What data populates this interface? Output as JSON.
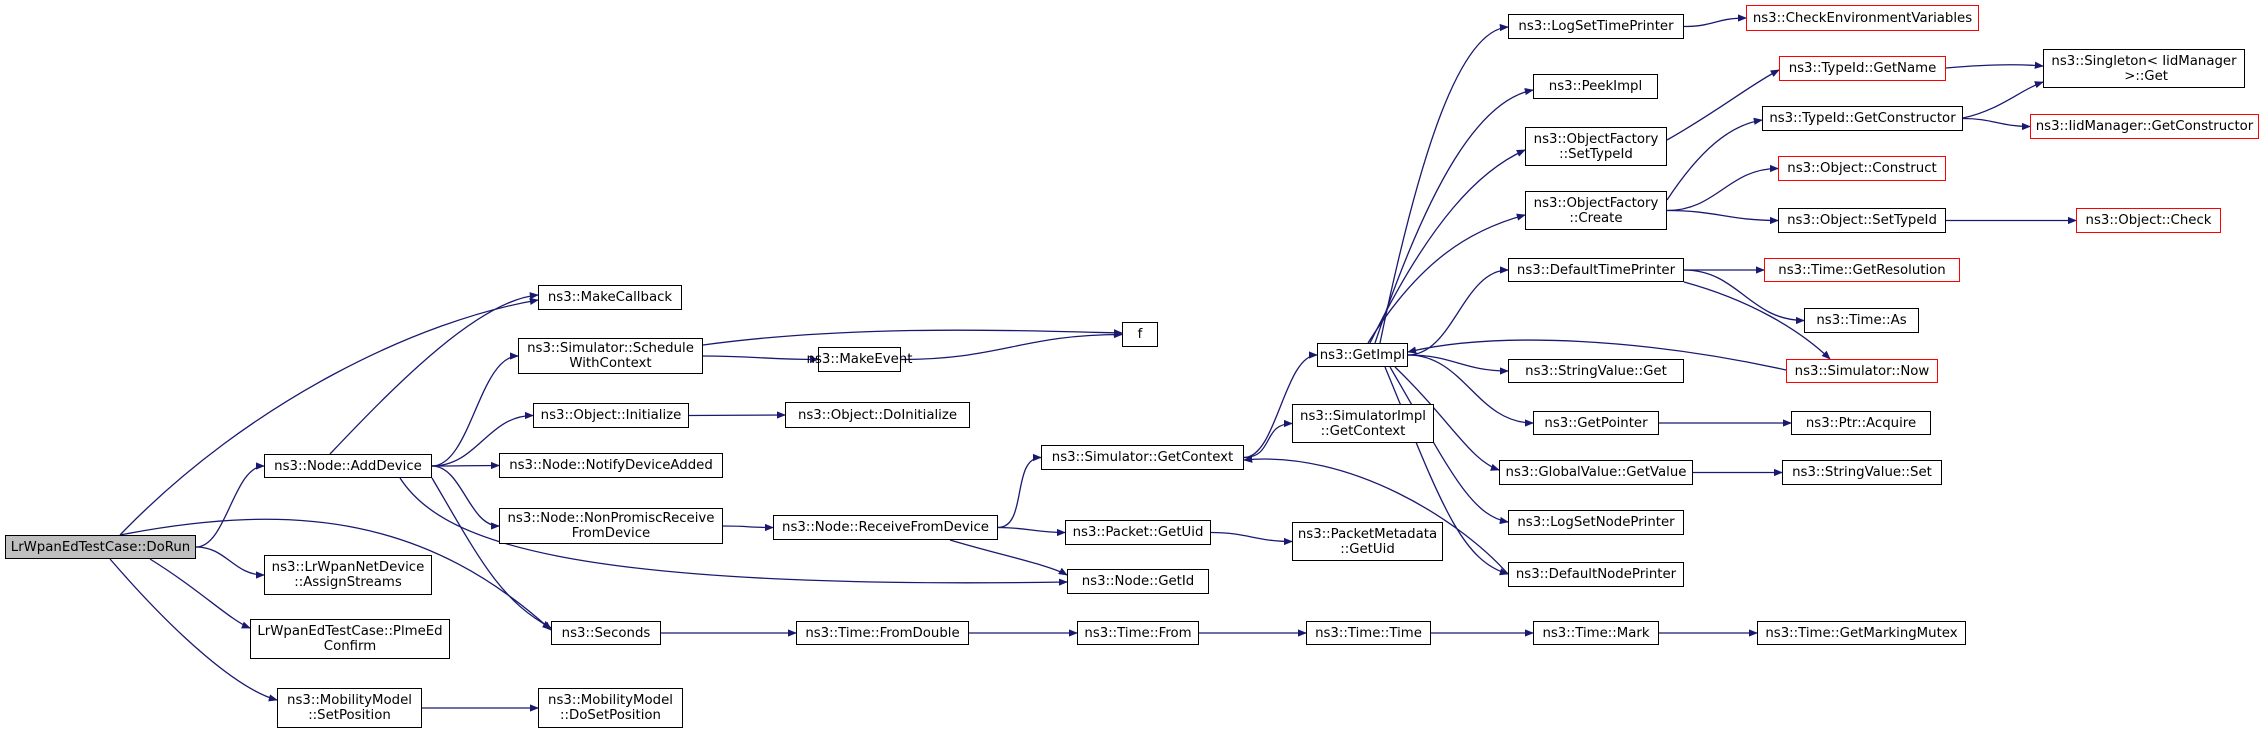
{
  "graph": {
    "nodes": [
      {
        "id": "n1",
        "label": "LrWpanEdTestCase::DoRun",
        "kind": "root"
      },
      {
        "id": "n2",
        "label": "ns3::Node::AddDevice",
        "kind": "normal"
      },
      {
        "id": "n3",
        "label": "ns3::LrWpanNetDevice\n::AssignStreams",
        "kind": "normal"
      },
      {
        "id": "n4",
        "label": "LrWpanEdTestCase::PlmeEd\nConfirm",
        "kind": "normal"
      },
      {
        "id": "n5",
        "label": "ns3::MobilityModel\n::SetPosition",
        "kind": "normal"
      },
      {
        "id": "n6",
        "label": "ns3::MakeCallback",
        "kind": "normal"
      },
      {
        "id": "n7",
        "label": "ns3::Simulator::Schedule\nWithContext",
        "kind": "normal"
      },
      {
        "id": "n8",
        "label": "ns3::Object::Initialize",
        "kind": "normal"
      },
      {
        "id": "n9",
        "label": "ns3::Node::NotifyDeviceAdded",
        "kind": "normal"
      },
      {
        "id": "n10",
        "label": "ns3::Node::NonPromiscReceive\nFromDevice",
        "kind": "normal"
      },
      {
        "id": "n11",
        "label": "ns3::Seconds",
        "kind": "normal"
      },
      {
        "id": "n12",
        "label": "ns3::MobilityModel\n::DoSetPosition",
        "kind": "normal"
      },
      {
        "id": "n13",
        "label": "ns3::MakeEvent",
        "kind": "normal"
      },
      {
        "id": "n14",
        "label": "f",
        "kind": "normal"
      },
      {
        "id": "n15",
        "label": "ns3::Object::DoInitialize",
        "kind": "normal"
      },
      {
        "id": "n16",
        "label": "ns3::Node::ReceiveFromDevice",
        "kind": "normal"
      },
      {
        "id": "n17",
        "label": "ns3::Node::GetId",
        "kind": "normal"
      },
      {
        "id": "n18",
        "label": "ns3::Time::FromDouble",
        "kind": "normal"
      },
      {
        "id": "n19",
        "label": "ns3::Simulator::GetContext",
        "kind": "normal"
      },
      {
        "id": "n20",
        "label": "ns3::Packet::GetUid",
        "kind": "normal"
      },
      {
        "id": "n21",
        "label": "ns3::Time::From",
        "kind": "normal"
      },
      {
        "id": "n22",
        "label": "ns3::GetImpl",
        "kind": "normal"
      },
      {
        "id": "n23",
        "label": "ns3::SimulatorImpl\n::GetContext",
        "kind": "normal"
      },
      {
        "id": "n24",
        "label": "ns3::PacketMetadata\n::GetUid",
        "kind": "normal"
      },
      {
        "id": "n25",
        "label": "ns3::Time::Time",
        "kind": "normal"
      },
      {
        "id": "n26",
        "label": "ns3::LogSetTimePrinter",
        "kind": "normal"
      },
      {
        "id": "n27",
        "label": "ns3::PeekImpl",
        "kind": "normal"
      },
      {
        "id": "n28",
        "label": "ns3::ObjectFactory\n::SetTypeId",
        "kind": "normal"
      },
      {
        "id": "n29",
        "label": "ns3::ObjectFactory\n::Create",
        "kind": "normal"
      },
      {
        "id": "n30",
        "label": "ns3::DefaultTimePrinter",
        "kind": "normal"
      },
      {
        "id": "n31",
        "label": "ns3::StringValue::Get",
        "kind": "normal"
      },
      {
        "id": "n32",
        "label": "ns3::GetPointer",
        "kind": "normal"
      },
      {
        "id": "n33",
        "label": "ns3::GlobalValue::GetValue",
        "kind": "normal"
      },
      {
        "id": "n34",
        "label": "ns3::LogSetNodePrinter",
        "kind": "normal"
      },
      {
        "id": "n35",
        "label": "ns3::DefaultNodePrinter",
        "kind": "normal"
      },
      {
        "id": "n36",
        "label": "ns3::Time::Mark",
        "kind": "normal"
      },
      {
        "id": "n37",
        "label": "ns3::CheckEnvironmentVariables",
        "kind": "truncated"
      },
      {
        "id": "n38",
        "label": "ns3::TypeId::GetName",
        "kind": "truncated"
      },
      {
        "id": "n39",
        "label": "ns3::TypeId::GetConstructor",
        "kind": "normal"
      },
      {
        "id": "n40",
        "label": "ns3::Object::Construct",
        "kind": "truncated"
      },
      {
        "id": "n41",
        "label": "ns3::Object::SetTypeId",
        "kind": "normal"
      },
      {
        "id": "n42",
        "label": "ns3::Time::GetResolution",
        "kind": "truncated"
      },
      {
        "id": "n43",
        "label": "ns3::Time::As",
        "kind": "normal"
      },
      {
        "id": "n44",
        "label": "ns3::Simulator::Now",
        "kind": "truncated"
      },
      {
        "id": "n45",
        "label": "ns3::Ptr::Acquire",
        "kind": "normal"
      },
      {
        "id": "n46",
        "label": "ns3::StringValue::Set",
        "kind": "normal"
      },
      {
        "id": "n47",
        "label": "ns3::Time::GetMarkingMutex",
        "kind": "normal"
      },
      {
        "id": "n48",
        "label": "ns3::Singleton< IidManager\n >::Get",
        "kind": "normal"
      },
      {
        "id": "n49",
        "label": "ns3::IidManager::GetConstructor",
        "kind": "truncated"
      },
      {
        "id": "n50",
        "label": "ns3::Object::Check",
        "kind": "truncated"
      }
    ],
    "edges": [
      [
        "n1",
        "n2"
      ],
      [
        "n1",
        "n3"
      ],
      [
        "n1",
        "n4"
      ],
      [
        "n1",
        "n5"
      ],
      [
        "n1",
        "n6"
      ],
      [
        "n1",
        "n11"
      ],
      [
        "n2",
        "n6"
      ],
      [
        "n2",
        "n7"
      ],
      [
        "n2",
        "n8"
      ],
      [
        "n2",
        "n9"
      ],
      [
        "n2",
        "n10"
      ],
      [
        "n2",
        "n17"
      ],
      [
        "n2",
        "n11"
      ],
      [
        "n5",
        "n12"
      ],
      [
        "n7",
        "n13"
      ],
      [
        "n7",
        "n14"
      ],
      [
        "n13",
        "n14"
      ],
      [
        "n8",
        "n15"
      ],
      [
        "n10",
        "n16"
      ],
      [
        "n16",
        "n19"
      ],
      [
        "n16",
        "n20"
      ],
      [
        "n16",
        "n17"
      ],
      [
        "n11",
        "n18"
      ],
      [
        "n18",
        "n21"
      ],
      [
        "n21",
        "n25"
      ],
      [
        "n25",
        "n36"
      ],
      [
        "n36",
        "n47"
      ],
      [
        "n19",
        "n22"
      ],
      [
        "n19",
        "n23"
      ],
      [
        "n20",
        "n24"
      ],
      [
        "n22",
        "n26"
      ],
      [
        "n22",
        "n27"
      ],
      [
        "n22",
        "n28"
      ],
      [
        "n22",
        "n29"
      ],
      [
        "n22",
        "n30"
      ],
      [
        "n22",
        "n31"
      ],
      [
        "n22",
        "n32"
      ],
      [
        "n22",
        "n33"
      ],
      [
        "n22",
        "n34"
      ],
      [
        "n22",
        "n35"
      ],
      [
        "n26",
        "n37"
      ],
      [
        "n28",
        "n38"
      ],
      [
        "n38",
        "n48"
      ],
      [
        "n29",
        "n39"
      ],
      [
        "n29",
        "n40"
      ],
      [
        "n29",
        "n41"
      ],
      [
        "n39",
        "n48"
      ],
      [
        "n39",
        "n49"
      ],
      [
        "n41",
        "n50"
      ],
      [
        "n30",
        "n42"
      ],
      [
        "n30",
        "n43"
      ],
      [
        "n30",
        "n44"
      ],
      [
        "n44",
        "n22"
      ],
      [
        "n32",
        "n45"
      ],
      [
        "n33",
        "n46"
      ],
      [
        "n35",
        "n19"
      ]
    ]
  },
  "colors": {
    "edge": "#191970",
    "border": "#000000",
    "truncated_border": "#ff0000",
    "root_fill": "#bfbfbf",
    "background": "#ffffff"
  }
}
